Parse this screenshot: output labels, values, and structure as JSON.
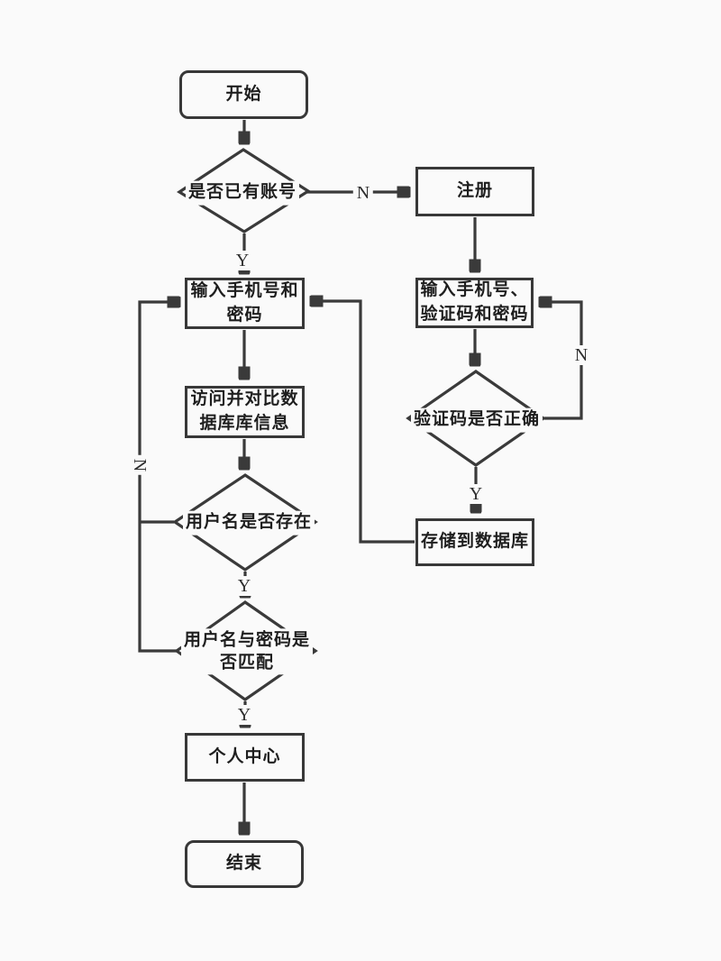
{
  "canvas": {
    "background": "#fafafa",
    "line_color": "#3a3a3a",
    "text_color": "#1e1e1e"
  },
  "nodes": {
    "start": {
      "label": "开始",
      "shape": "rounded-rect"
    },
    "has_account": {
      "label": "是否已有账号",
      "shape": "diamond"
    },
    "register": {
      "label": "注册",
      "shape": "rect"
    },
    "reg_input": {
      "label": "输入手机号、\n验证码和密码",
      "shape": "rect"
    },
    "code_correct": {
      "label": "验证码是否正确",
      "shape": "diamond"
    },
    "store_db": {
      "label": "存储到数据库",
      "shape": "rect"
    },
    "login_input": {
      "label": "输入手机号和\n密码",
      "shape": "rect"
    },
    "db_compare": {
      "label": "访问并对比数\n据库库信息",
      "shape": "rect"
    },
    "user_exists": {
      "label": "用户名是否存在",
      "shape": "diamond"
    },
    "user_match": {
      "label": "用户名与密码是\n否匹配",
      "shape": "diamond"
    },
    "personal_center": {
      "label": "个人中心",
      "shape": "rect"
    },
    "end": {
      "label": "结束",
      "shape": "rounded-rect"
    }
  },
  "edge_labels": {
    "no_to_register": "N",
    "yes_has_account": "Y",
    "no_code_retry": "N",
    "yes_code_correct": "Y",
    "yes_user_exists": "Y",
    "no_retry_login": "N",
    "yes_user_match": "Y"
  }
}
